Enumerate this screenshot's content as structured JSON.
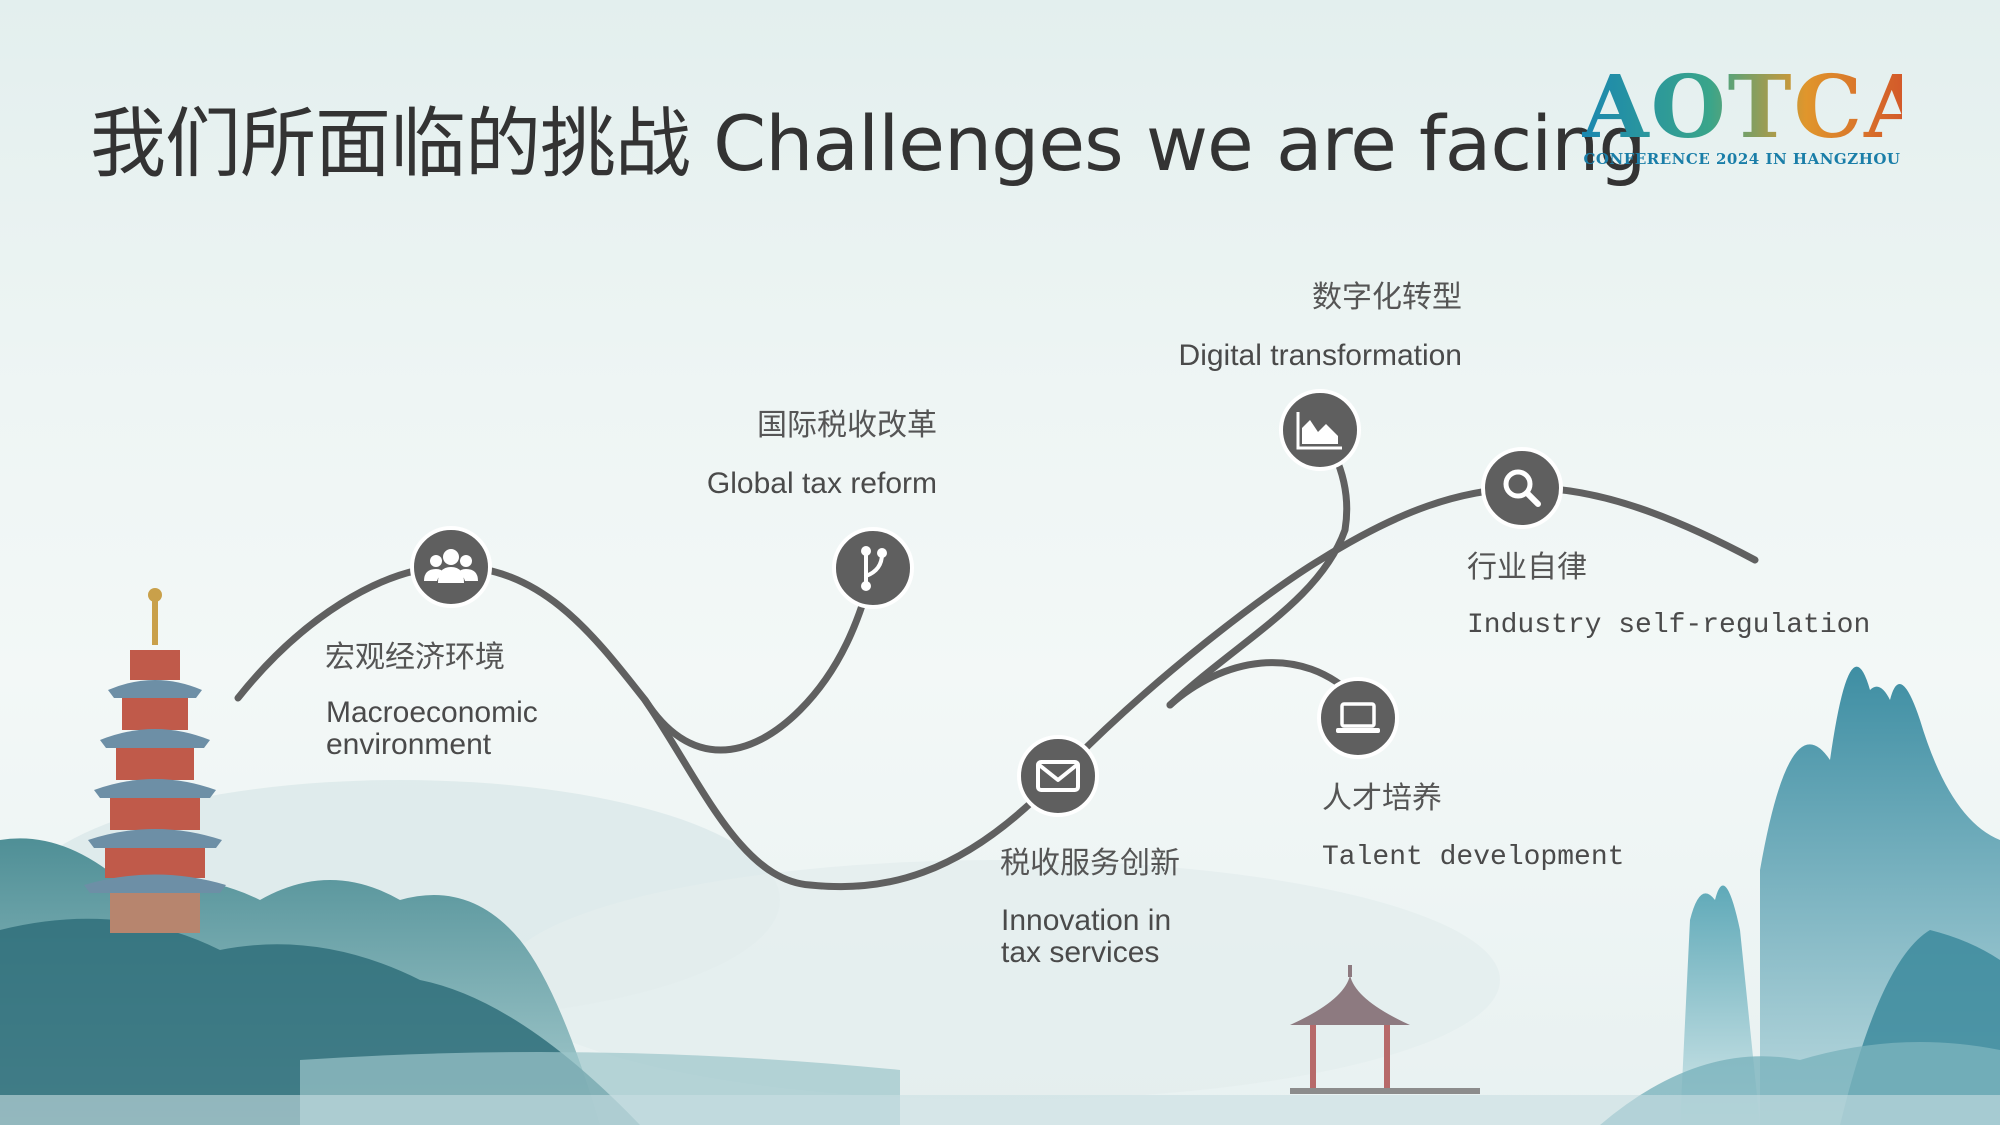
{
  "title": "我们所面临的挑战 Challenges we are facing",
  "logo": {
    "main": "AOTCA",
    "subtitle": "CONFERENCE 2024 IN HANGZHOU"
  },
  "challenges": {
    "macro": {
      "zh": "宏观经济环境",
      "en_line1": "Macroeconomic",
      "en_line2": "environment",
      "icon": "people-group-icon"
    },
    "global_tax": {
      "zh": "国际税收改革",
      "en": "Global tax reform",
      "icon": "branch-icon"
    },
    "innovation": {
      "zh": "税收服务创新",
      "en_line1": "Innovation in",
      "en_line2": "tax services",
      "icon": "envelope-icon"
    },
    "digital": {
      "zh": "数字化转型",
      "en": "Digital transformation",
      "icon": "area-chart-icon"
    },
    "talent": {
      "zh": "人才培养",
      "en": "Talent development",
      "icon": "laptop-icon"
    },
    "industry": {
      "zh": "行业自律",
      "en": "Industry self-regulation",
      "icon": "search-icon"
    }
  },
  "colors": {
    "title": "#333333",
    "line": "#606060",
    "node": "#5f5f5f",
    "node_border": "#ffffff"
  }
}
